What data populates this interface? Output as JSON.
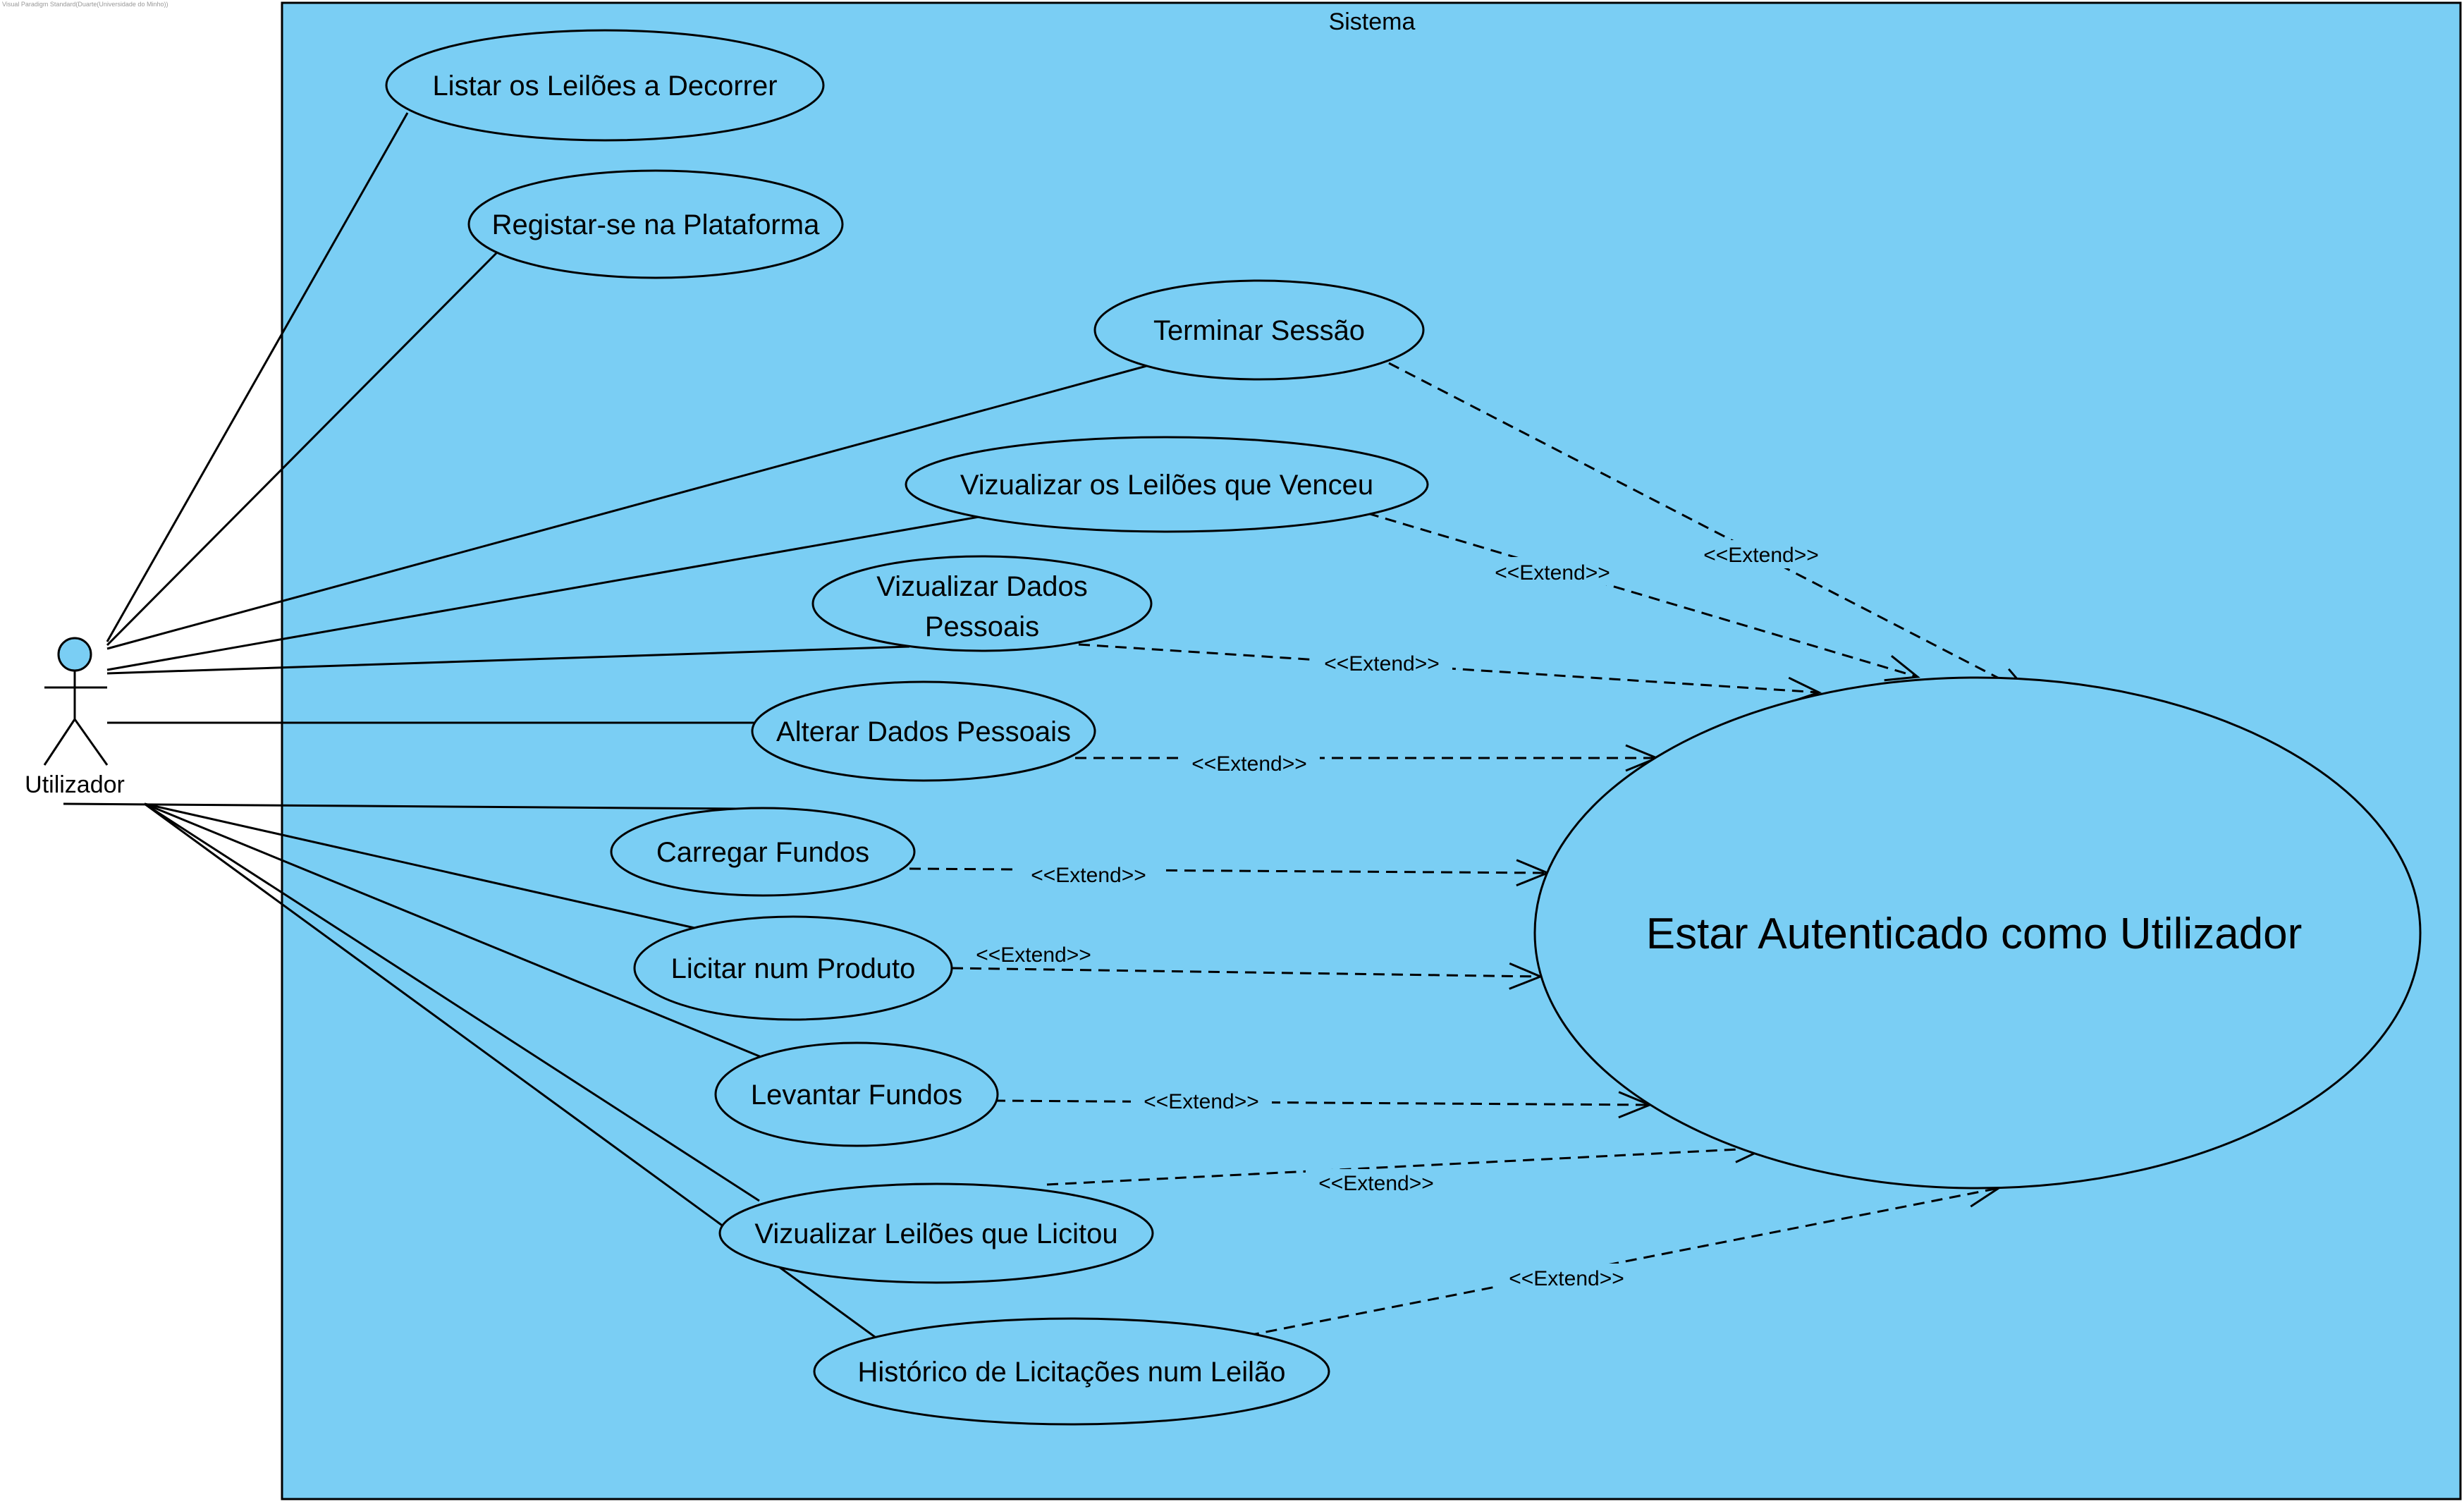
{
  "watermark": "Visual Paradigm Standard(Duarte(Universidade do Minho))",
  "system": {
    "title": "Sistema",
    "fill": "#7acef4"
  },
  "actor": {
    "name": "Utilizador",
    "head_fill": "#7acef4"
  },
  "use_cases": {
    "listar": "Listar os Leilões a Decorrer",
    "registar": "Registar-se na Plataforma",
    "terminar": "Terminar Sessão",
    "vencidos": "Vizualizar os Leilões que Venceu",
    "dados_l1": "Vizualizar Dados",
    "dados_l2": "Pessoais",
    "alterar": "Alterar Dados Pessoais",
    "carregar": "Carregar Fundos",
    "licitar": "Licitar num Produto",
    "levantar": "Levantar Fundos",
    "licitou": "Vizualizar Leilões que Licitou",
    "historico": "Histórico de Licitações num Leilão",
    "autenticado": "Estar Autenticado como Utilizador"
  },
  "extend_label": "<<Extend>>"
}
